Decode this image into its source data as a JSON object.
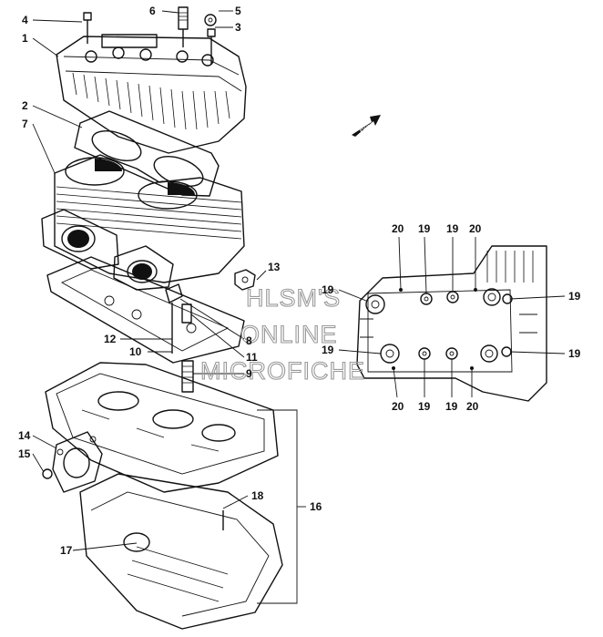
{
  "watermark": [
    "HLSM'S",
    "ONLINE",
    "MICROFICHE"
  ],
  "forward_arrow": "FWD",
  "callouts": {
    "c1": "1",
    "c2": "2",
    "c3": "3",
    "c4": "4",
    "c5": "5",
    "c6": "6",
    "c7": "7",
    "c8": "8",
    "c9": "9",
    "c10": "10",
    "c11": "11",
    "c12": "12",
    "c13": "13",
    "c14": "14",
    "c15": "15",
    "c16": "16",
    "c17": "17",
    "c18": "18",
    "c19a": "19",
    "c19b": "19",
    "c19c": "19",
    "c19d": "19",
    "c19e": "19",
    "c19f": "19",
    "c19g": "19",
    "c19h": "19",
    "c20a": "20",
    "c20b": "20",
    "c20c": "20",
    "c20d": "20"
  }
}
